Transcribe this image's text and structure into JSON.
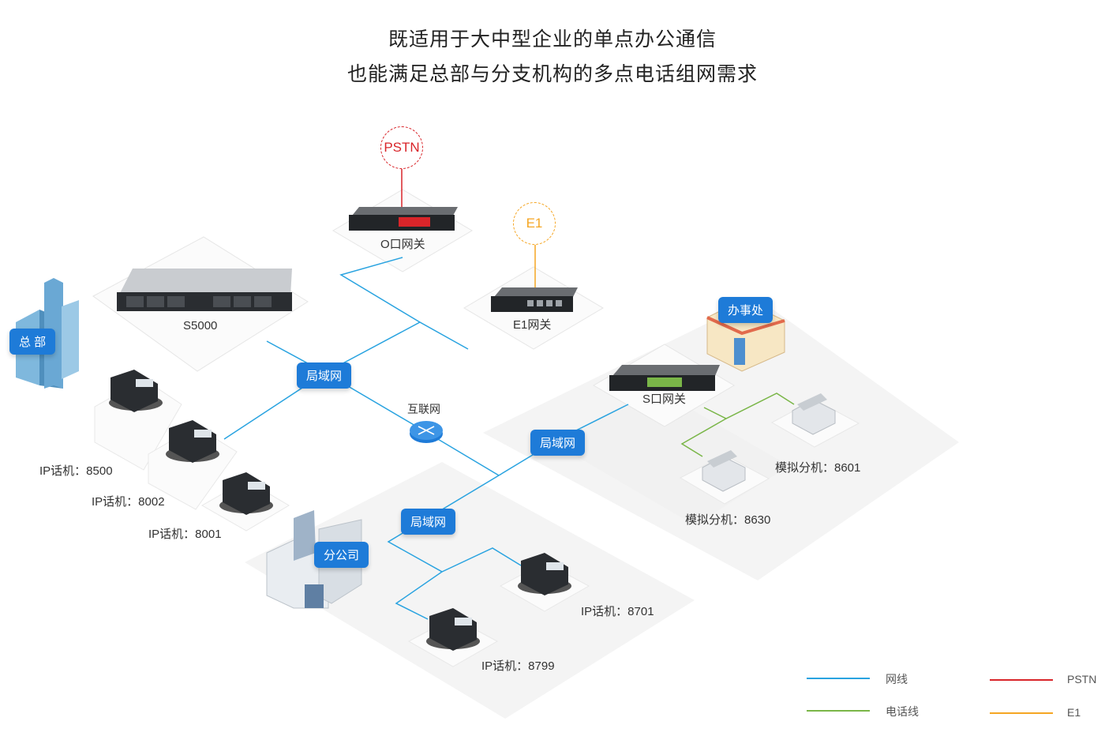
{
  "header": {
    "title_line1": "既适用于大中型企业的单点办公通信",
    "title_line2": "也能满足总部与分支机构的多点电话组网需求"
  },
  "external": {
    "pstn": "PSTN",
    "e1": "E1"
  },
  "devices": {
    "o_gateway": "O口网关",
    "e1_gateway": "E1网关",
    "s5000": "S5000",
    "s_gateway": "S口网关",
    "internet": "互联网"
  },
  "sites": {
    "hq": "总 部",
    "office": "办事处",
    "branch": "分公司"
  },
  "lan": {
    "hq": "局域网",
    "office": "局域网",
    "branch": "局域网"
  },
  "phones": {
    "ip_8500": "IP话机：8500",
    "ip_8002": "IP话机：8002",
    "ip_8001": "IP话机：8001",
    "ip_8701": "IP话机：8701",
    "ip_8799": "IP话机：8799",
    "analog_8601": "模拟分机：8601",
    "analog_8630": "模拟分机：8630"
  },
  "legend": {
    "network": {
      "label": "网线",
      "color": "#29a3e0"
    },
    "phone_line": {
      "label": "电话线",
      "color": "#7ab648"
    },
    "pstn": {
      "label": "PSTN",
      "color": "#d9252a"
    },
    "e1": {
      "label": "E1",
      "color": "#f5a623"
    }
  }
}
